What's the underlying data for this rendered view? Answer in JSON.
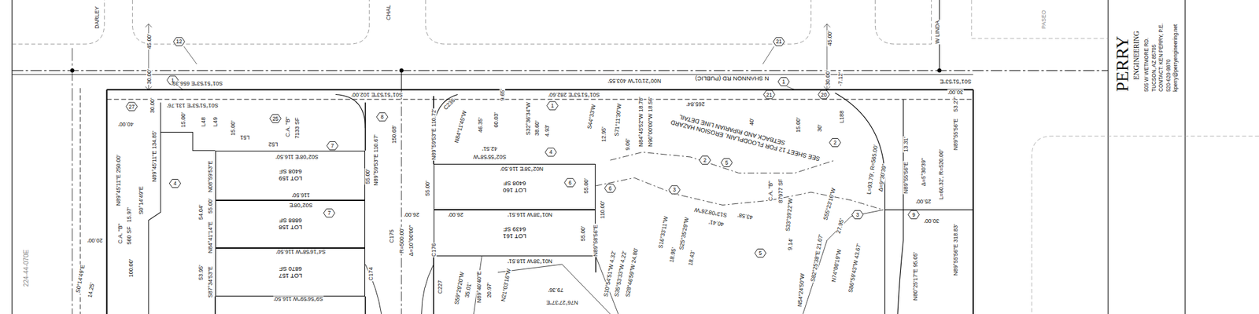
{
  "diagram": {
    "nodes": [
      {
        "text": [
          "LOT 159",
          "6408 SF"
        ]
      },
      {
        "text": [
          "LOT 158",
          "6888 SF"
        ]
      },
      {
        "text": [
          "LOT 157",
          "6870 SF"
        ]
      },
      {
        "text": [
          "LOT 160",
          "6408 SF"
        ]
      },
      {
        "text": [
          "LOT 161",
          "6439 SF"
        ]
      }
    ],
    "labels": [
      "DARLEY",
      "CHAL",
      "W LINDA",
      "PASEO",
      "45.00'",
      "30.00'",
      "45.00'",
      "30.00'",
      "-7.12'",
      "N00°21'01\"W 403.55'",
      "N SHANNON RD (PUBLIC)",
      "S01°51'53\"E 656.39'",
      "S01°51'53\"E 102.00'",
      "S01°51'53\"E 282.60'",
      "S01°51'53\"E",
      "30.00'",
      "S01°51'53\"E 131.76'",
      "265.84'",
      "40'",
      "15.00'",
      "30'",
      "L188",
      "40.00'",
      "30.00'",
      "15.00'",
      "L48",
      "L49",
      "15.00'",
      "L51",
      "L52",
      "C.A. \"B\"",
      "7133 SF",
      "S02°08'E 116.50'",
      "116.50'",
      "S02°08'E",
      "S4°16'58\"W 116.50'",
      "S9°56'59\"W 116.50'",
      "N08°59'53\"E",
      "55.00'",
      "N84°41'14\"E",
      "54.04'",
      "S87°34'53\"E",
      "53.95'",
      "N89°45'11\"E 134.85'",
      "N89°45'11\"E 250.00'",
      "S0°14'49\"E",
      "15.97'",
      "C.A. \"B\"",
      "560 SF",
      "100.00'",
      "20.00'",
      "S0°14'49\"E",
      "14.25'",
      "42.51'",
      "S02°55'58\"W",
      "N02°38'E 116.50'",
      "N01°38'W 116.51'",
      "N01°38'W 118.51'",
      "N89°59'53\"E 110.72'",
      "N89°59'53\"E 110.67'",
      "150.68'",
      "55.00'",
      "55.00'",
      "55.00'",
      "110.00'",
      "N89°58'56\"E",
      "55.00'",
      "26.00'",
      "26.00'",
      "C175",
      "R=500.00'",
      "Δ=10°00'00\"",
      "C176",
      "C174",
      "C227",
      "C236",
      "N84°11'45\"W",
      "46.35'",
      "60.03'",
      "9.65'",
      "S32°36'34\"W",
      "38.60'",
      "4.93'",
      "S44°33'W",
      "12.95'",
      "S71°11'30\"W",
      "9.06'",
      "N84°45'52\"W 18.78'",
      "N90°00'00\"W 18.56'",
      "SEE SHEET 12 FOR FLOODPLAIN, EROSION HAZARD",
      "SETBACK AND RIPARIAN LINE DETAIL",
      "C.A. \"B\"",
      "87977 SF",
      "S13°08'26\"W",
      "40.41'",
      "43.58'",
      "S33°39'22\"W",
      "9.14'",
      "S55°23'16\"W",
      "27.95'",
      "L=93.79', R=565.00'",
      "Δ=9°30'39\"",
      "Δ=5°30'39\"",
      "L=60.32', R=520.00'",
      "13.31'",
      "N89°55'56\"E",
      "53.27'",
      "N89°55'56\"E",
      "25.00'",
      "30.00'",
      "N89°55'56\"E 318.83'",
      "N80°25'17\"E 95.05'",
      "S86°59'43\"W 43.67'",
      "N74°00'19\"W",
      "S82°25'38\"E 21.07'",
      "N54°24'50\"W",
      "S16°33'11\"W",
      "18.95'",
      "S25°35'29\"W",
      "18.43'",
      "S10°54'51\"W 4.32'",
      "S35°53'33\"W 4.22'",
      "S28°46'59\"W 24.80'",
      "S59°29'20\"W",
      "35.01'",
      "N89°40'40\"E",
      "20.97'",
      "N21°03'16\"W",
      "79.36'",
      "N76°27'37\"E",
      "224-44-070E",
      "PERRY",
      "ENGINEERING",
      "505 W WETMORE RD.",
      "TUCSON, AZ 85705",
      "CONTACT: KEN PERRY, P.E.",
      "520-620-9870",
      "kperry@perryengineering.net",
      "12",
      "1",
      "21",
      "1",
      "21",
      "20",
      "27",
      "25",
      "8",
      "7",
      "7",
      "4",
      "6",
      "6",
      "2",
      "5",
      "3",
      "5",
      "3",
      "2",
      "9",
      "4",
      "1"
    ]
  }
}
